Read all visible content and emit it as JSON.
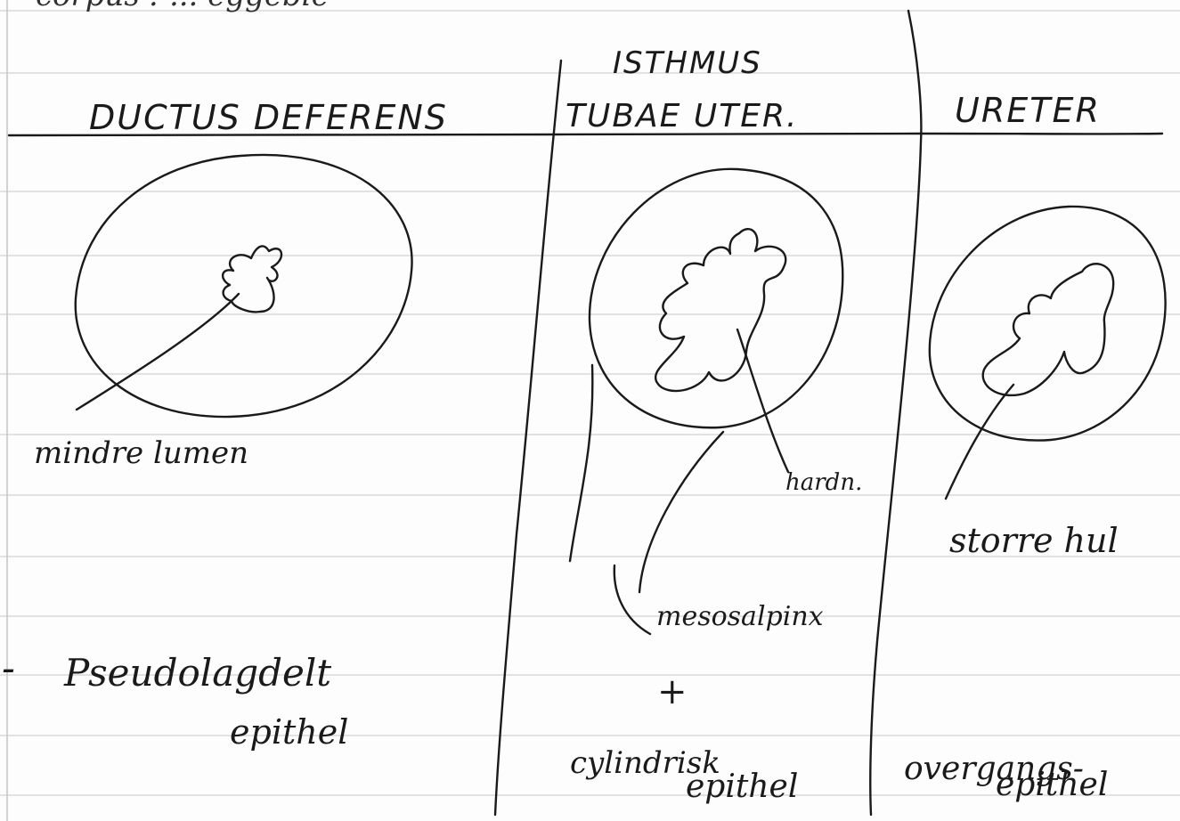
{
  "top_fragment": "corpus : ... eggeble",
  "columns": [
    {
      "header": "DUCTUS DEFERENS",
      "labels": {
        "lumen": "mindre lumen"
      },
      "epithelium": {
        "dash": "-",
        "line1": "Pseudolagdelt",
        "line2": "epithel"
      }
    },
    {
      "header_line1": "ISTHMUS",
      "header_line2": "TUBAE UTER.",
      "labels": {
        "folds": "hardn.",
        "mesosalpinx": "mesosalpinx"
      },
      "epithelium": {
        "plus": "+",
        "line1": "cylindrisk",
        "line2": "epithel"
      }
    },
    {
      "header": "URETER",
      "labels": {
        "lumen": "storre hul"
      },
      "epithelium": {
        "line1": "overgangs-",
        "line2": "epithel"
      }
    }
  ]
}
